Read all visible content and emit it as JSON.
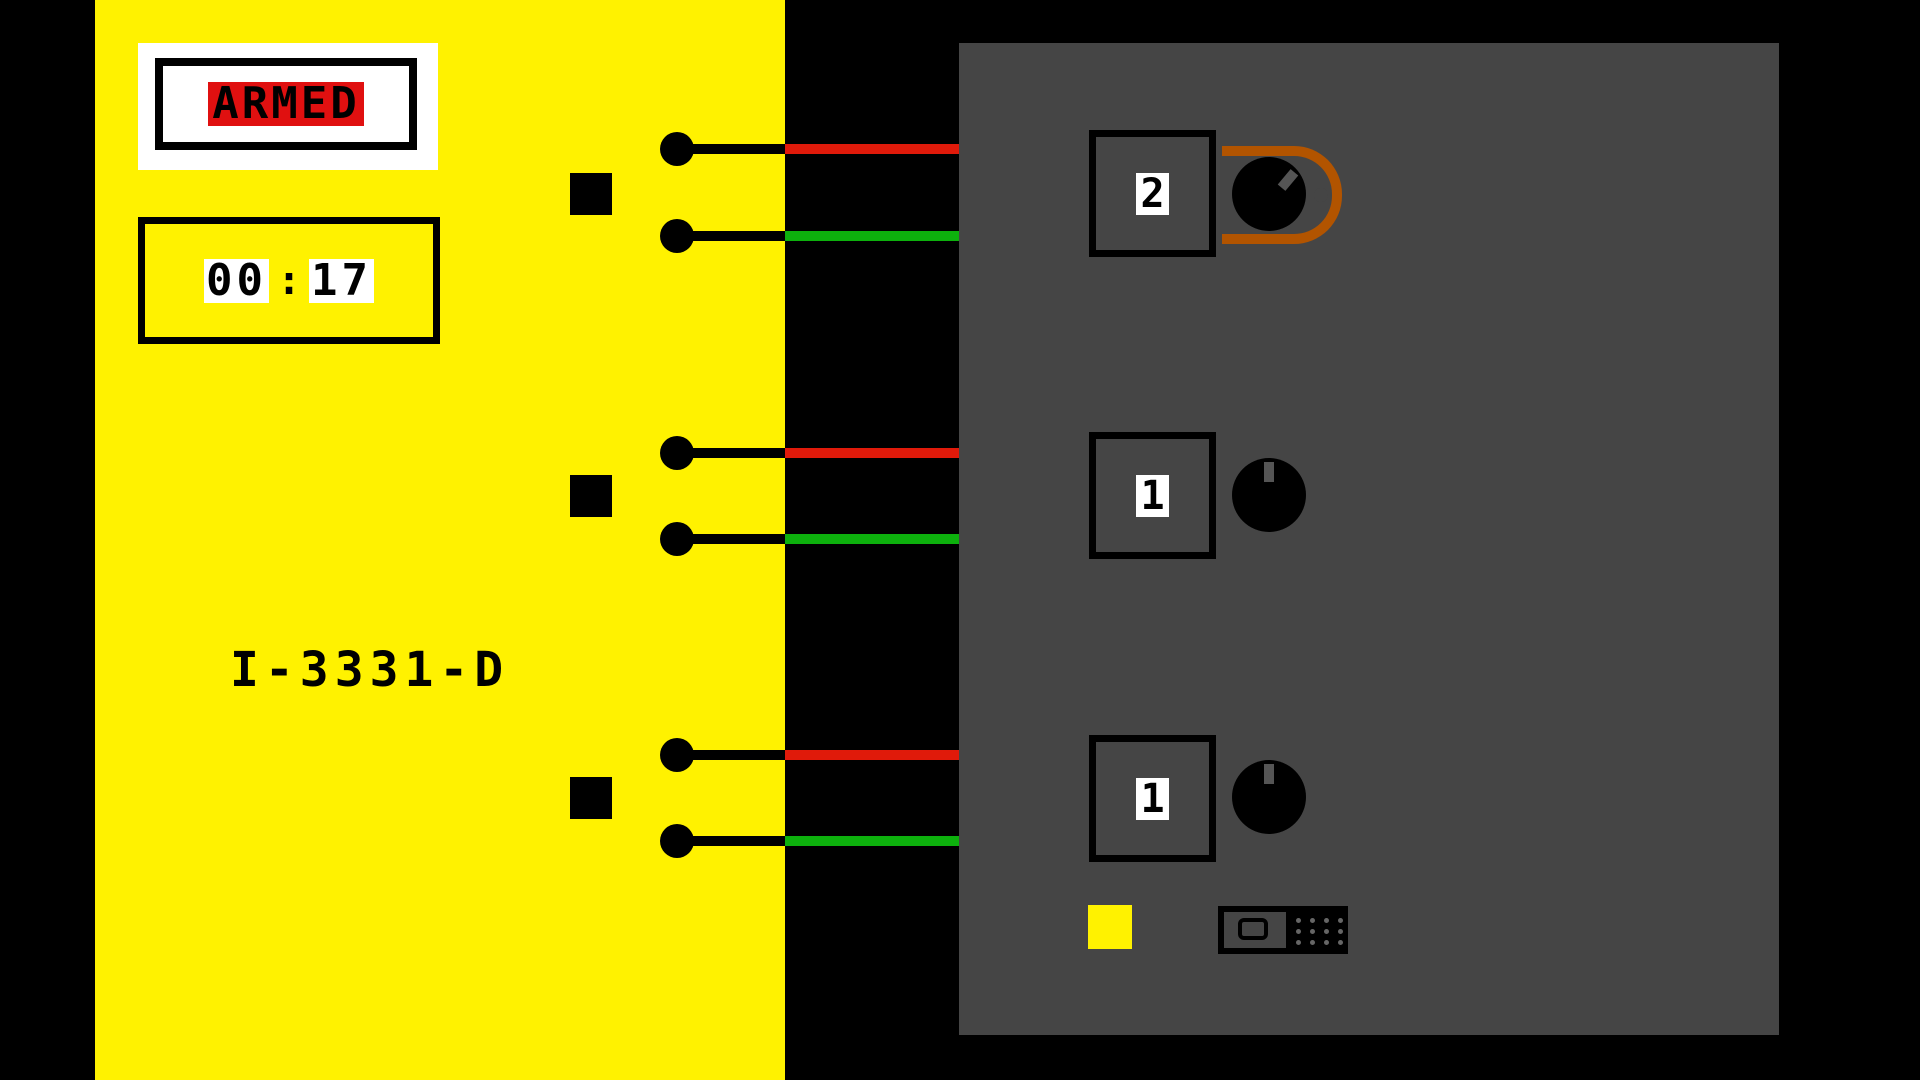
{
  "status": {
    "label": "ARMED",
    "color": "#e01010"
  },
  "timer": {
    "minutes": "00",
    "separator": ":",
    "seconds": "17"
  },
  "bomb": {
    "serial": "I-3331-D",
    "case_color": "#fff200",
    "panel_color": "#454545"
  },
  "wire_pairs": [
    {
      "top_wire": "red",
      "bottom_wire": "green"
    },
    {
      "top_wire": "red",
      "bottom_wire": "green"
    },
    {
      "top_wire": "red",
      "bottom_wire": "green"
    }
  ],
  "modules": [
    {
      "number": "2",
      "knob": "dial",
      "locked": true
    },
    {
      "number": "1",
      "knob": "dial",
      "locked": false
    },
    {
      "number": "1",
      "knob": "dial",
      "locked": false
    }
  ],
  "indicators": {
    "yellow_light": "#fff200",
    "battery": "battery-icon"
  },
  "colors": {
    "red_wire": "#e01a0a",
    "green_wire": "#0db10d",
    "lock": "#b25400"
  }
}
